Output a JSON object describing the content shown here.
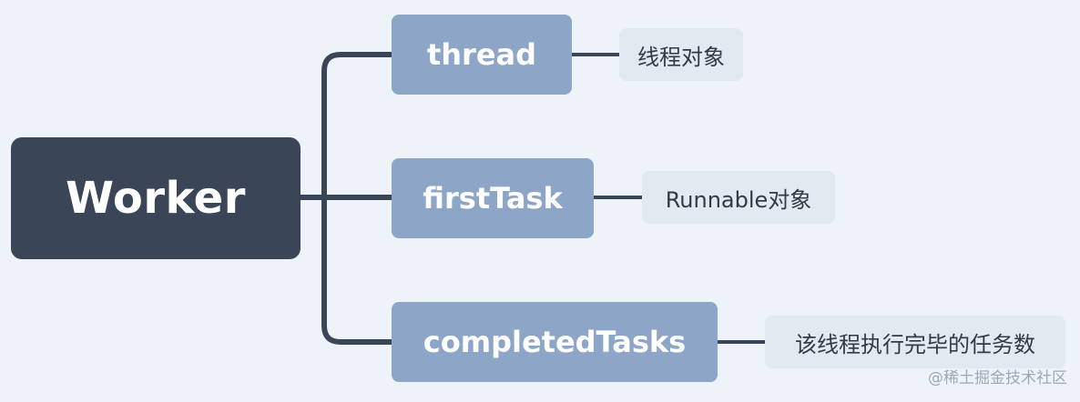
{
  "diagram": {
    "root": {
      "label": "Worker"
    },
    "branches": [
      {
        "label": "thread",
        "note": "线程对象"
      },
      {
        "label": "firstTask",
        "note": "Runnable对象"
      },
      {
        "label": "completedTasks",
        "note": "该线程执行完毕的任务数"
      }
    ]
  },
  "watermark": "@稀土掘金技术社区",
  "colors": {
    "background": "#eef3fa",
    "root_fill": "#3a4558",
    "branch_fill": "#8da5c7",
    "leaf_fill": "#e3e9f1",
    "connector": "#3a4558"
  }
}
